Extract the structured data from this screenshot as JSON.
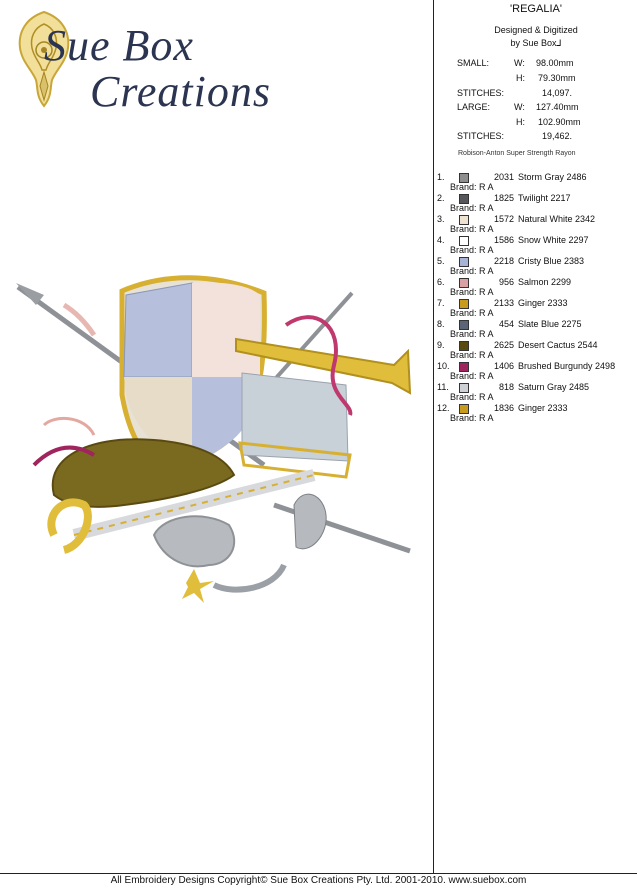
{
  "header": {
    "title": "'REGALIA'",
    "line1": "Designed & Digitized",
    "line2": "by Sue Box⅃"
  },
  "logo": {
    "line1": "Sue Box",
    "line2": "Creations"
  },
  "specs": {
    "small_label": "SMALL:",
    "small_w_label": "W:",
    "small_w": "98.00mm",
    "small_h_label": "H:",
    "small_h": "79.30mm",
    "small_stitches_label": "STITCHES:",
    "small_stitches": "14,097.",
    "large_label": "LARGE:",
    "large_w_label": "W:",
    "large_w": "127.40mm",
    "large_h_label": "H:",
    "large_h": "102.90mm",
    "large_stitches_label": "STITCHES:",
    "large_stitches": "19,462."
  },
  "thread_brand_note": "Robison-Anton Super Strength Rayon",
  "threads": [
    {
      "num": "1.",
      "code": "2031",
      "name": "Storm Gray 2486",
      "brand": "Brand: R A",
      "color": "#8c8e90"
    },
    {
      "num": "2.",
      "code": "1825",
      "name": "Twilight 2217",
      "brand": "Brand: R A",
      "color": "#55575b"
    },
    {
      "num": "3.",
      "code": "1572",
      "name": "Natural White 2342",
      "brand": "Brand: R A",
      "color": "#efe2d2"
    },
    {
      "num": "4.",
      "code": "1586",
      "name": "Snow White 2297",
      "brand": "Brand: R A",
      "color": "#ffffff"
    },
    {
      "num": "5.",
      "code": "2218",
      "name": "Cristy Blue 2383",
      "brand": "Brand: R A",
      "color": "#a8b3d6"
    },
    {
      "num": "6.",
      "code": "956",
      "name": "Salmon 2299",
      "brand": "Brand: R A",
      "color": "#d9a1a1"
    },
    {
      "num": "7.",
      "code": "2133",
      "name": "Ginger 2333",
      "brand": "Brand: R A",
      "color": "#c89a1e"
    },
    {
      "num": "8.",
      "code": "454",
      "name": "Slate Blue 2275",
      "brand": "Brand: R A",
      "color": "#5c6478"
    },
    {
      "num": "9.",
      "code": "2625",
      "name": "Desert Cactus 2544",
      "brand": "Brand: R A",
      "color": "#5a4a12"
    },
    {
      "num": "10.",
      "code": "1406",
      "name": "Brushed Burgundy 2498",
      "brand": "Brand: R A",
      "color": "#a0245e"
    },
    {
      "num": "11.",
      "code": "818",
      "name": "Saturn Gray 2485",
      "brand": "Brand: R A",
      "color": "#cdd0d4"
    },
    {
      "num": "12.",
      "code": "1836",
      "name": "Ginger 2333",
      "brand": "Brand: R A",
      "color": "#c89a1e"
    }
  ],
  "footer": {
    "copyright": "All Embroidery Designs Copyright© Sue Box Creations Pty. Ltd. 2001-2010. www.suebox.com"
  }
}
